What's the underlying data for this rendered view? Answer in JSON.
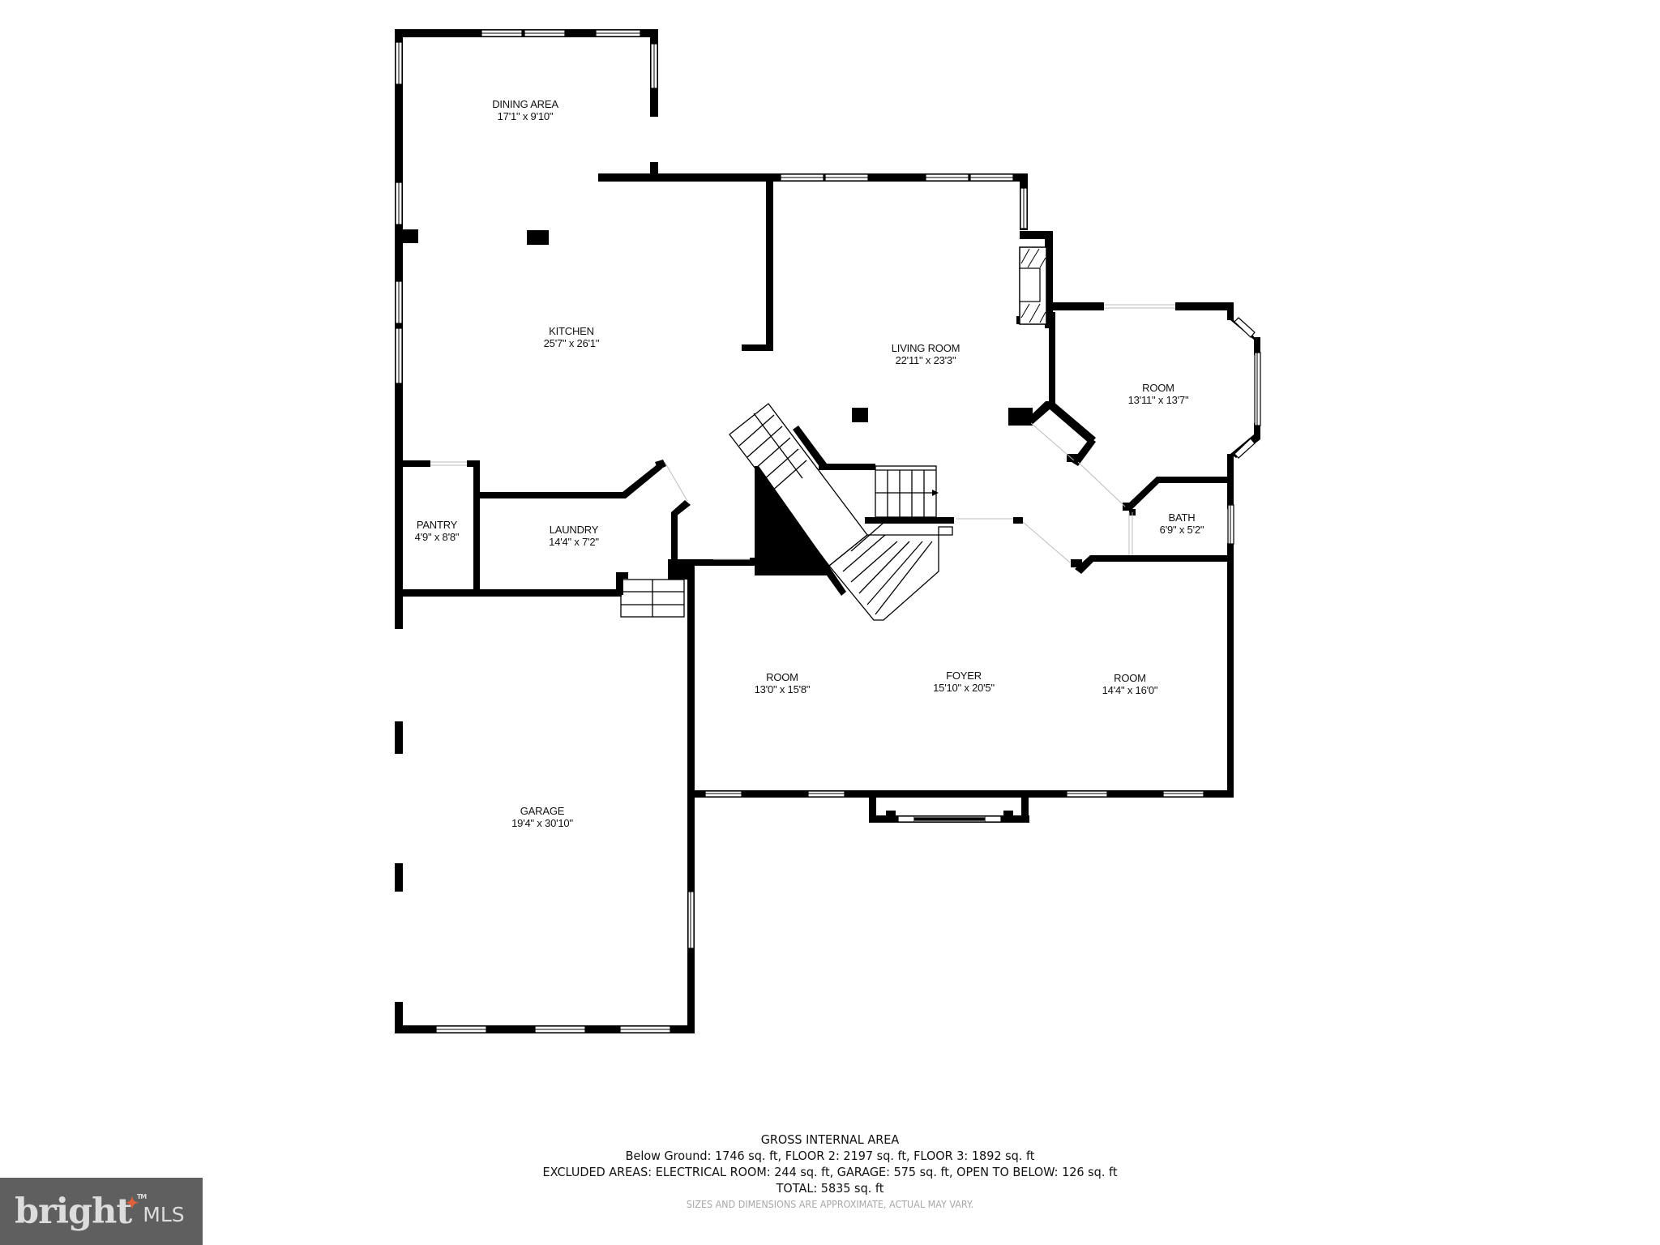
{
  "rooms": {
    "dining": {
      "name": "DINING AREA",
      "dim": "17'1\" x 9'10\""
    },
    "kitchen": {
      "name": "KITCHEN",
      "dim": "25'7\" x 26'1\""
    },
    "living": {
      "name": "LIVING ROOM",
      "dim": "22'11\" x 23'3\""
    },
    "room_ne": {
      "name": "ROOM",
      "dim": "13'11\" x 13'7\""
    },
    "bath": {
      "name": "BATH",
      "dim": "6'9\" x 5'2\""
    },
    "pantry": {
      "name": "PANTRY",
      "dim": "4'9\" x 8'8\""
    },
    "laundry": {
      "name": "LAUNDRY",
      "dim": "14'4\" x 7'2\""
    },
    "room_w": {
      "name": "ROOM",
      "dim": "13'0\" x 15'8\""
    },
    "foyer": {
      "name": "FOYER",
      "dim": "15'10\" x 20'5\""
    },
    "room_e": {
      "name": "ROOM",
      "dim": "14'4\" x 16'0\""
    },
    "garage": {
      "name": "GARAGE",
      "dim": "19'4\" x 30'10\""
    }
  },
  "area_summary": {
    "title": "GROSS INTERNAL AREA",
    "floors": "Below Ground: 1746 sq. ft, FLOOR 2: 2197 sq. ft, FLOOR 3: 1892 sq. ft",
    "excluded": "EXCLUDED AREAS: ELECTRICAL ROOM: 244 sq. ft, GARAGE: 575 sq. ft, OPEN TO BELOW: 126 sq. ft",
    "total": "TOTAL: 5835 sq. ft",
    "disclaimer": "SIZES AND DIMENSIONS ARE APPROXIMATE, ACTUAL MAY VARY."
  },
  "logo": {
    "brand": "bright",
    "suffix": "MLS",
    "tm": "TM"
  },
  "colors": {
    "wall": "#000000",
    "background": "#ffffff",
    "logo_bg": "#5f5f5f",
    "logo_accent": "#e0603a",
    "disclaimer": "#a8a8a8"
  }
}
